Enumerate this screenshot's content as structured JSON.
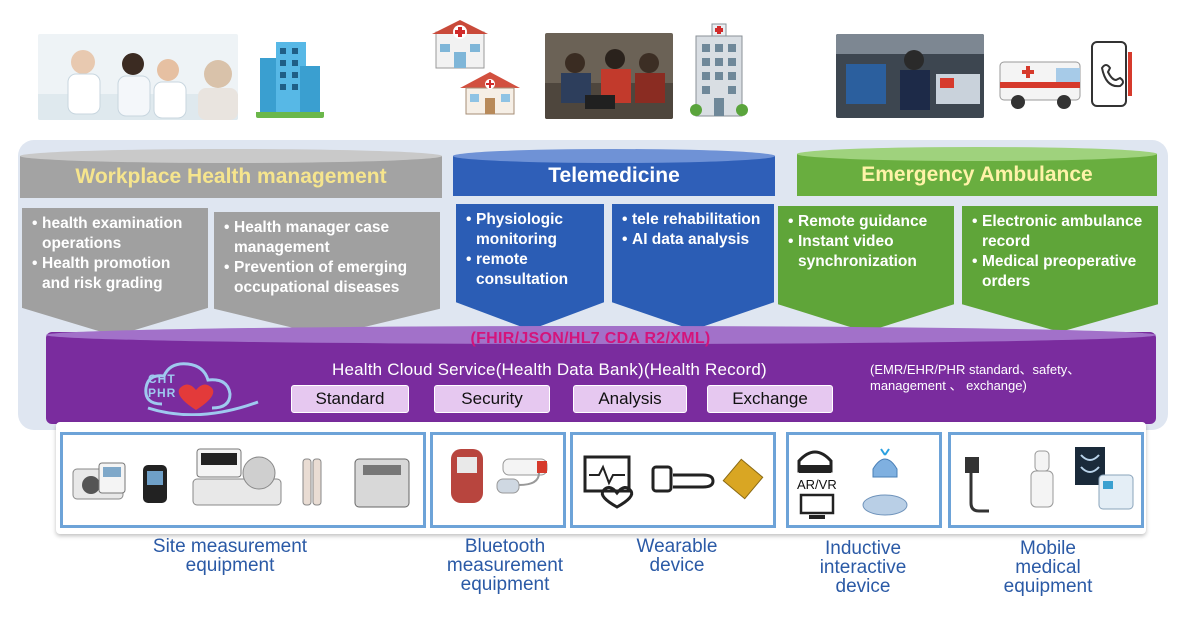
{
  "categories": [
    {
      "title": "Workplace Health management",
      "boxes": [
        [
          "health examination operations",
          "Health promotion and risk grading"
        ],
        [
          "Health manager case management",
          "Prevention of emerging occupational diseases"
        ]
      ]
    },
    {
      "title": "Telemedicine",
      "boxes": [
        [
          "Physiologic monitoring",
          "remote consultation"
        ],
        [
          "tele rehabilitation",
          "AI data analysis"
        ]
      ]
    },
    {
      "title": "Emergency Ambulance",
      "boxes": [
        [
          "Remote guidance",
          "Instant video synchronization"
        ],
        [
          "Electronic ambulance record",
          "Medical preoperative orders"
        ]
      ]
    }
  ],
  "platform": {
    "formats": "(FHIR/JSON/HL7 CDA R2/XML)",
    "title": "Health Cloud Service(Health Data Bank)(Health Record)",
    "subtitle": "(EMR/EHR/PHR standard、safety、management 、 exchange)",
    "logo_text_1": "CHT",
    "logo_text_2": "PHR",
    "pills": [
      "Standard",
      "Security",
      "Analysis",
      "Exchange"
    ]
  },
  "devices": [
    "Site measurement equipment",
    "Bluetooth measurement equipment",
    "Wearable device",
    "Inductive interactive device",
    "Mobile medical equipment"
  ],
  "device_labels_display": [
    [
      "Site measurement",
      "equipment"
    ],
    [
      "Bluetooth",
      "measurement",
      "equipment"
    ],
    [
      "Wearable",
      "device"
    ],
    [
      "Inductive",
      "interactive",
      "device"
    ],
    [
      "Mobile",
      "medical",
      "equipment"
    ]
  ],
  "icon_text": {
    "arvr": "AR/VR"
  },
  "colors": {
    "gray": "#a3a3a3",
    "blue": "#2f5fb8",
    "green": "#69ae3f",
    "purple": "#7a2c9e",
    "fhir": "#d4147b",
    "device_label": "#2b5aa6"
  }
}
